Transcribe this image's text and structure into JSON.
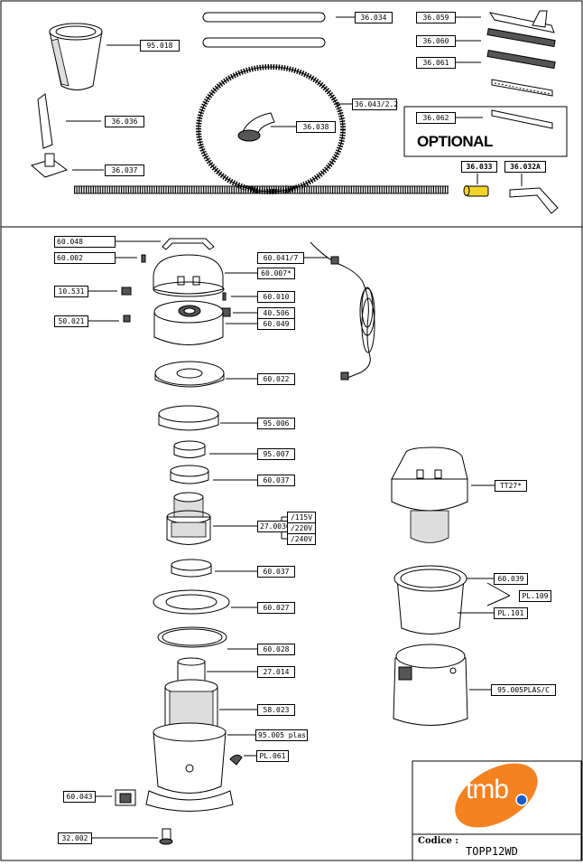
{
  "parts_top": [
    {
      "code": "95.018"
    },
    {
      "code": "36.034"
    },
    {
      "code": "36.059"
    },
    {
      "code": "36.060"
    },
    {
      "code": "36.061"
    },
    {
      "code": "36.036"
    },
    {
      "code": "36.043/2.2"
    },
    {
      "code": "36.038"
    },
    {
      "code": "36.062"
    },
    {
      "code": "36.037"
    },
    {
      "code": "36.033"
    },
    {
      "code": "36.032A"
    }
  ],
  "optional_label": "OPTIONAL",
  "parts_bottom": [
    {
      "code": "60.048"
    },
    {
      "code": "60.002"
    },
    {
      "code": "60.041/7"
    },
    {
      "code": "60.007*"
    },
    {
      "code": "10.531"
    },
    {
      "code": "60.010"
    },
    {
      "code": "40.506"
    },
    {
      "code": "50.021"
    },
    {
      "code": "60.049"
    },
    {
      "code": "60.022"
    },
    {
      "code": "95.006"
    },
    {
      "code": "95.007"
    },
    {
      "code": "60.037"
    },
    {
      "code": "27.003C"
    },
    {
      "code": "/115V"
    },
    {
      "code": "/220V"
    },
    {
      "code": "/240V"
    },
    {
      "code": "60.037"
    },
    {
      "code": "60.027"
    },
    {
      "code": "60.028"
    },
    {
      "code": "27.014"
    },
    {
      "code": "58.023"
    },
    {
      "code": "95.005 plas"
    },
    {
      "code": "PL.061"
    },
    {
      "code": "60.043"
    },
    {
      "code": "32.002"
    },
    {
      "code": "TT27*"
    },
    {
      "code": "60.039"
    },
    {
      "code": "PL.109"
    },
    {
      "code": "PL.101"
    },
    {
      "code": "95.005PLAS/C"
    }
  ],
  "title_block": {
    "logo": "tmb",
    "codice_label": "Codice :",
    "codice_value": "TOPP12WD"
  },
  "colors": {
    "logo_orange": "#f58220",
    "logo_blue": "#1e5bc6",
    "accent_yellow": "#f2d32a"
  }
}
